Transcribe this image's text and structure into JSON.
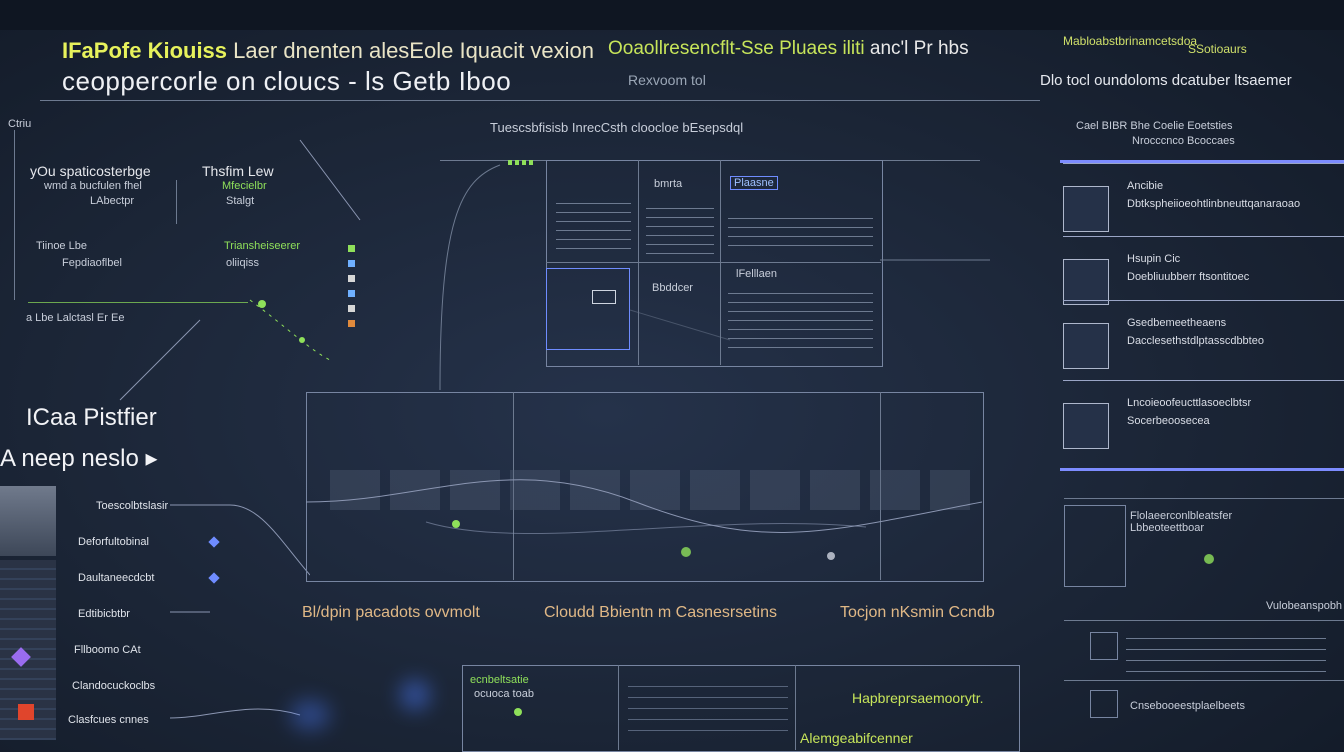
{
  "header": {
    "title_a_accent": "IFaPofe Kiouiss",
    "title_a_rest": "Laer dnenten alesEole Iquacit vexion",
    "title_b": "ceoppercorle on cloucs - ls  Getb Iboo",
    "title_c_accent": "Ooaollresencflt-Sse Pluaes iliti",
    "title_c_rest": "anc'l Pr hbs",
    "subtitle": "Rexvoom tol",
    "top_right_1": "Mabloabstbrinamcetsdoa",
    "top_right_2": "SSotioaurs",
    "top_right_3": "Dlo tocl oundoloms dcatuber ltsaemer"
  },
  "left_top": {
    "label_1": "Ctriu",
    "label_2": "yOu spaticosterbge",
    "label_3": "wmd a bucfulen fhel",
    "label_4": "LAbectpr",
    "label_5": "Thsfim Lew",
    "label_6": "Mfecielbr",
    "label_7": "Stalgt",
    "label_8": "Tiinoe Lbe",
    "label_9": "Fepdiaoflbel",
    "label_10": "Triansheiseerer",
    "label_11": "oliiqiss",
    "label_12": "a Lbe Lalctasl Er Ee"
  },
  "left_mid": {
    "heading_1": "ICaa Pistfier",
    "heading_2": "neep neslo"
  },
  "left_list": [
    {
      "label": "Toescolbtslasir"
    },
    {
      "label": "Deforfultobinal"
    },
    {
      "label": "Daultaneecdcbt"
    },
    {
      "label": "Edtibicbtbr"
    },
    {
      "label": "Fllboomo CAt"
    },
    {
      "label": "Clandocuckoclbs"
    },
    {
      "label": "Clasfcues cnnes"
    }
  ],
  "center_top": {
    "caption": "Tuescsbfisisb  InrecCsth cloocloe bEsepsdql",
    "cells": [
      "bmrta",
      "Plaasne",
      "Bbddcer",
      "lFelllaen"
    ]
  },
  "center_bottom": {
    "label_1": "Bl/dpin pacadots ovvmolt",
    "label_2": "Cloudd Bbientn m Casnesrsetins",
    "label_3": "Tocjon nKsmin Ccndb",
    "bottom_box_1": "ecnbeltsatie",
    "bottom_box_2": "ocuoca toab",
    "bottom_box_3": "Hapbreprsaemoorytr.",
    "bottom_box_4": "Alemgeabifcenner"
  },
  "right_panel": {
    "heading": "Cael BIBR Bhe Coelie Eoetsties",
    "heading2": "Nrocccnco Bcoccaes",
    "rows": [
      {
        "t1": "Ancibie",
        "t2": "Dbtkspheiioeohtlinbneuttqanaraoao"
      },
      {
        "t1": "Hsupin Cic",
        "t2": "Doebliuubberr ftsontitoec"
      },
      {
        "t1": "Gsedbemeetheaens",
        "t2": "Dacclesethstdlptasscdbbteo"
      },
      {
        "t1": "Lncoieoofeucttlasoeclbtsr",
        "t2": "Socerbeoosecea"
      }
    ],
    "lower_1": "Flolaeerconlbleatsfer",
    "lower_2": "Lbbeoteettboar",
    "lower_3": "Vulobeanspobh",
    "lower_4": "Cnsebooeestplaelbeets"
  }
}
